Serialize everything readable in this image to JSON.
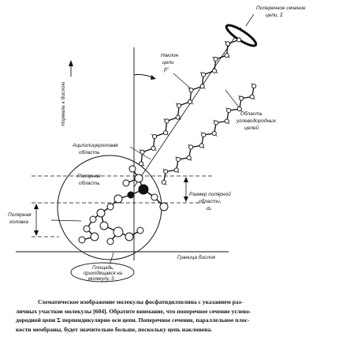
{
  "diagram": {
    "labels": {
      "normal": "Нормаль к бислою",
      "cross_section_1": "Поперечное сечение",
      "cross_section_2": "цепи, Σ",
      "tilt_1": "Наклон",
      "tilt_2": "цепи",
      "tilt_3": "β°",
      "hydrocarbon_1": "Область",
      "hydrocarbon_2": "углеводородных",
      "hydrocarbon_3": "цепей",
      "acyl_1": "Ацилглицероловая",
      "acyl_2": "область",
      "polar_region_1": "Полярная",
      "polar_region_2": "область",
      "polar_head_1": "Полярная",
      "polar_head_2": "головка",
      "size_1": "Размер полярной",
      "size_2": "области,",
      "size_3": "dₚ",
      "boundary": "Граница бислоя",
      "area_1": "Площадь,",
      "area_2": "приходящаяся на",
      "area_3": "молекулу, S"
    },
    "colors": {
      "ink": "#111111",
      "atom_fill": "#ffffff"
    }
  },
  "caption": {
    "line1": "Схематическое изображение молекулы фосфатидилхолина с указанием раз-",
    "line2": "личных участков молекулы [604]. Обратите внимание, что поперечное сечение углево-",
    "line3": "дородной цепи Σ перпендикулярно оси цепи. Поперечное сечение, параллельное плос-",
    "line4": "кости мембраны, будет значительно больше, поскольку цепь наклонена."
  }
}
